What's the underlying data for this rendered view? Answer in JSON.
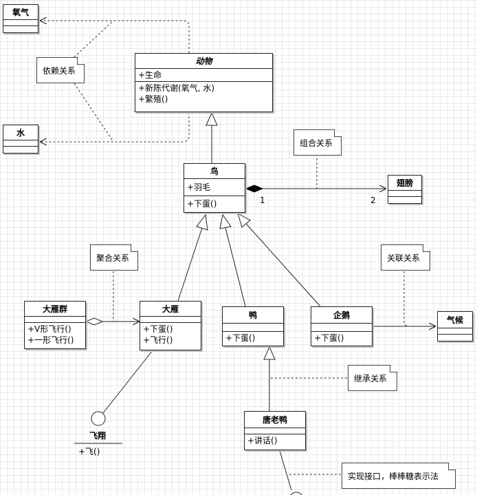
{
  "classes": {
    "animal": {
      "name": "动物",
      "attributes": [
        "+生命"
      ],
      "methods": [
        "+新陈代谢(氧气, 水)",
        "+繁殖()"
      ]
    },
    "oxygen": {
      "name": "氧气"
    },
    "water": {
      "name": "水"
    },
    "bird": {
      "name": "鸟",
      "attributes": [
        "+羽毛"
      ],
      "methods": [
        "+下蛋()"
      ]
    },
    "wings": {
      "name": "翅膀"
    },
    "goose_flock": {
      "name": "大雁群",
      "methods": [
        "+V形飞行()",
        "+一形飞行()"
      ]
    },
    "goose": {
      "name": "大雁",
      "methods": [
        "+下蛋()",
        "+飞行()"
      ]
    },
    "duck": {
      "name": "鸭",
      "methods": [
        "+下蛋()"
      ]
    },
    "penguin": {
      "name": "企鹅",
      "methods": [
        "+下蛋()"
      ]
    },
    "climate": {
      "name": "气候"
    },
    "donald_duck": {
      "name": "唐老鸭",
      "methods": [
        "+讲话()"
      ]
    }
  },
  "interface": {
    "name": "飞翔",
    "methods": [
      "+飞()"
    ]
  },
  "notes": {
    "dependency": "依赖关系",
    "composition": "组合关系",
    "aggregation": "聚合关系",
    "association": "关联关系",
    "inheritance": "继承关系",
    "realization": "实现接口，棒棒糖表示法"
  },
  "multiplicity": {
    "bird_end": "1",
    "wings_end": "2"
  }
}
